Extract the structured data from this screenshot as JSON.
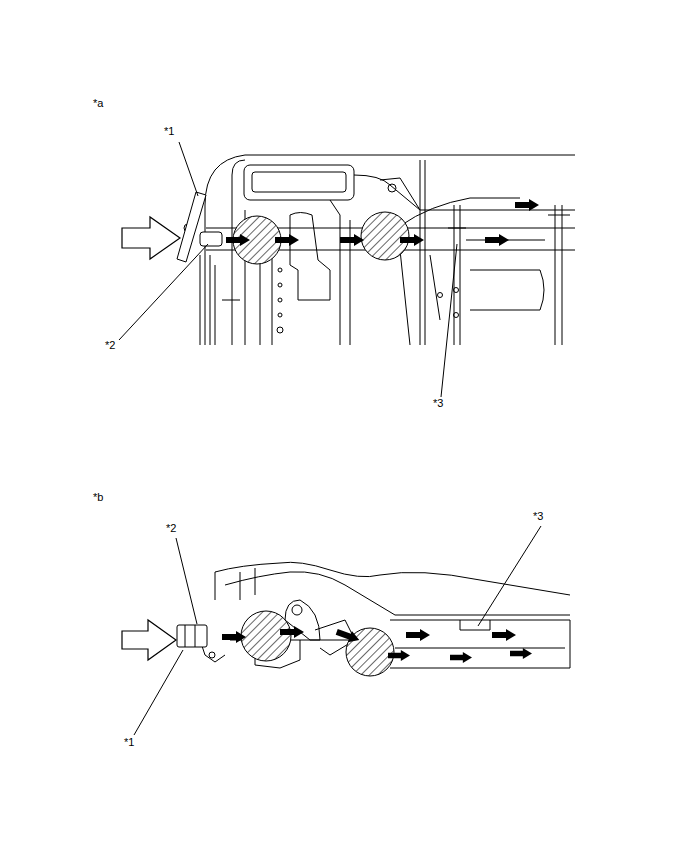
{
  "diagram": {
    "labels": [
      "*a",
      "*1",
      "*2",
      "*3",
      "*b",
      "*2",
      "*3",
      "*1"
    ]
  }
}
